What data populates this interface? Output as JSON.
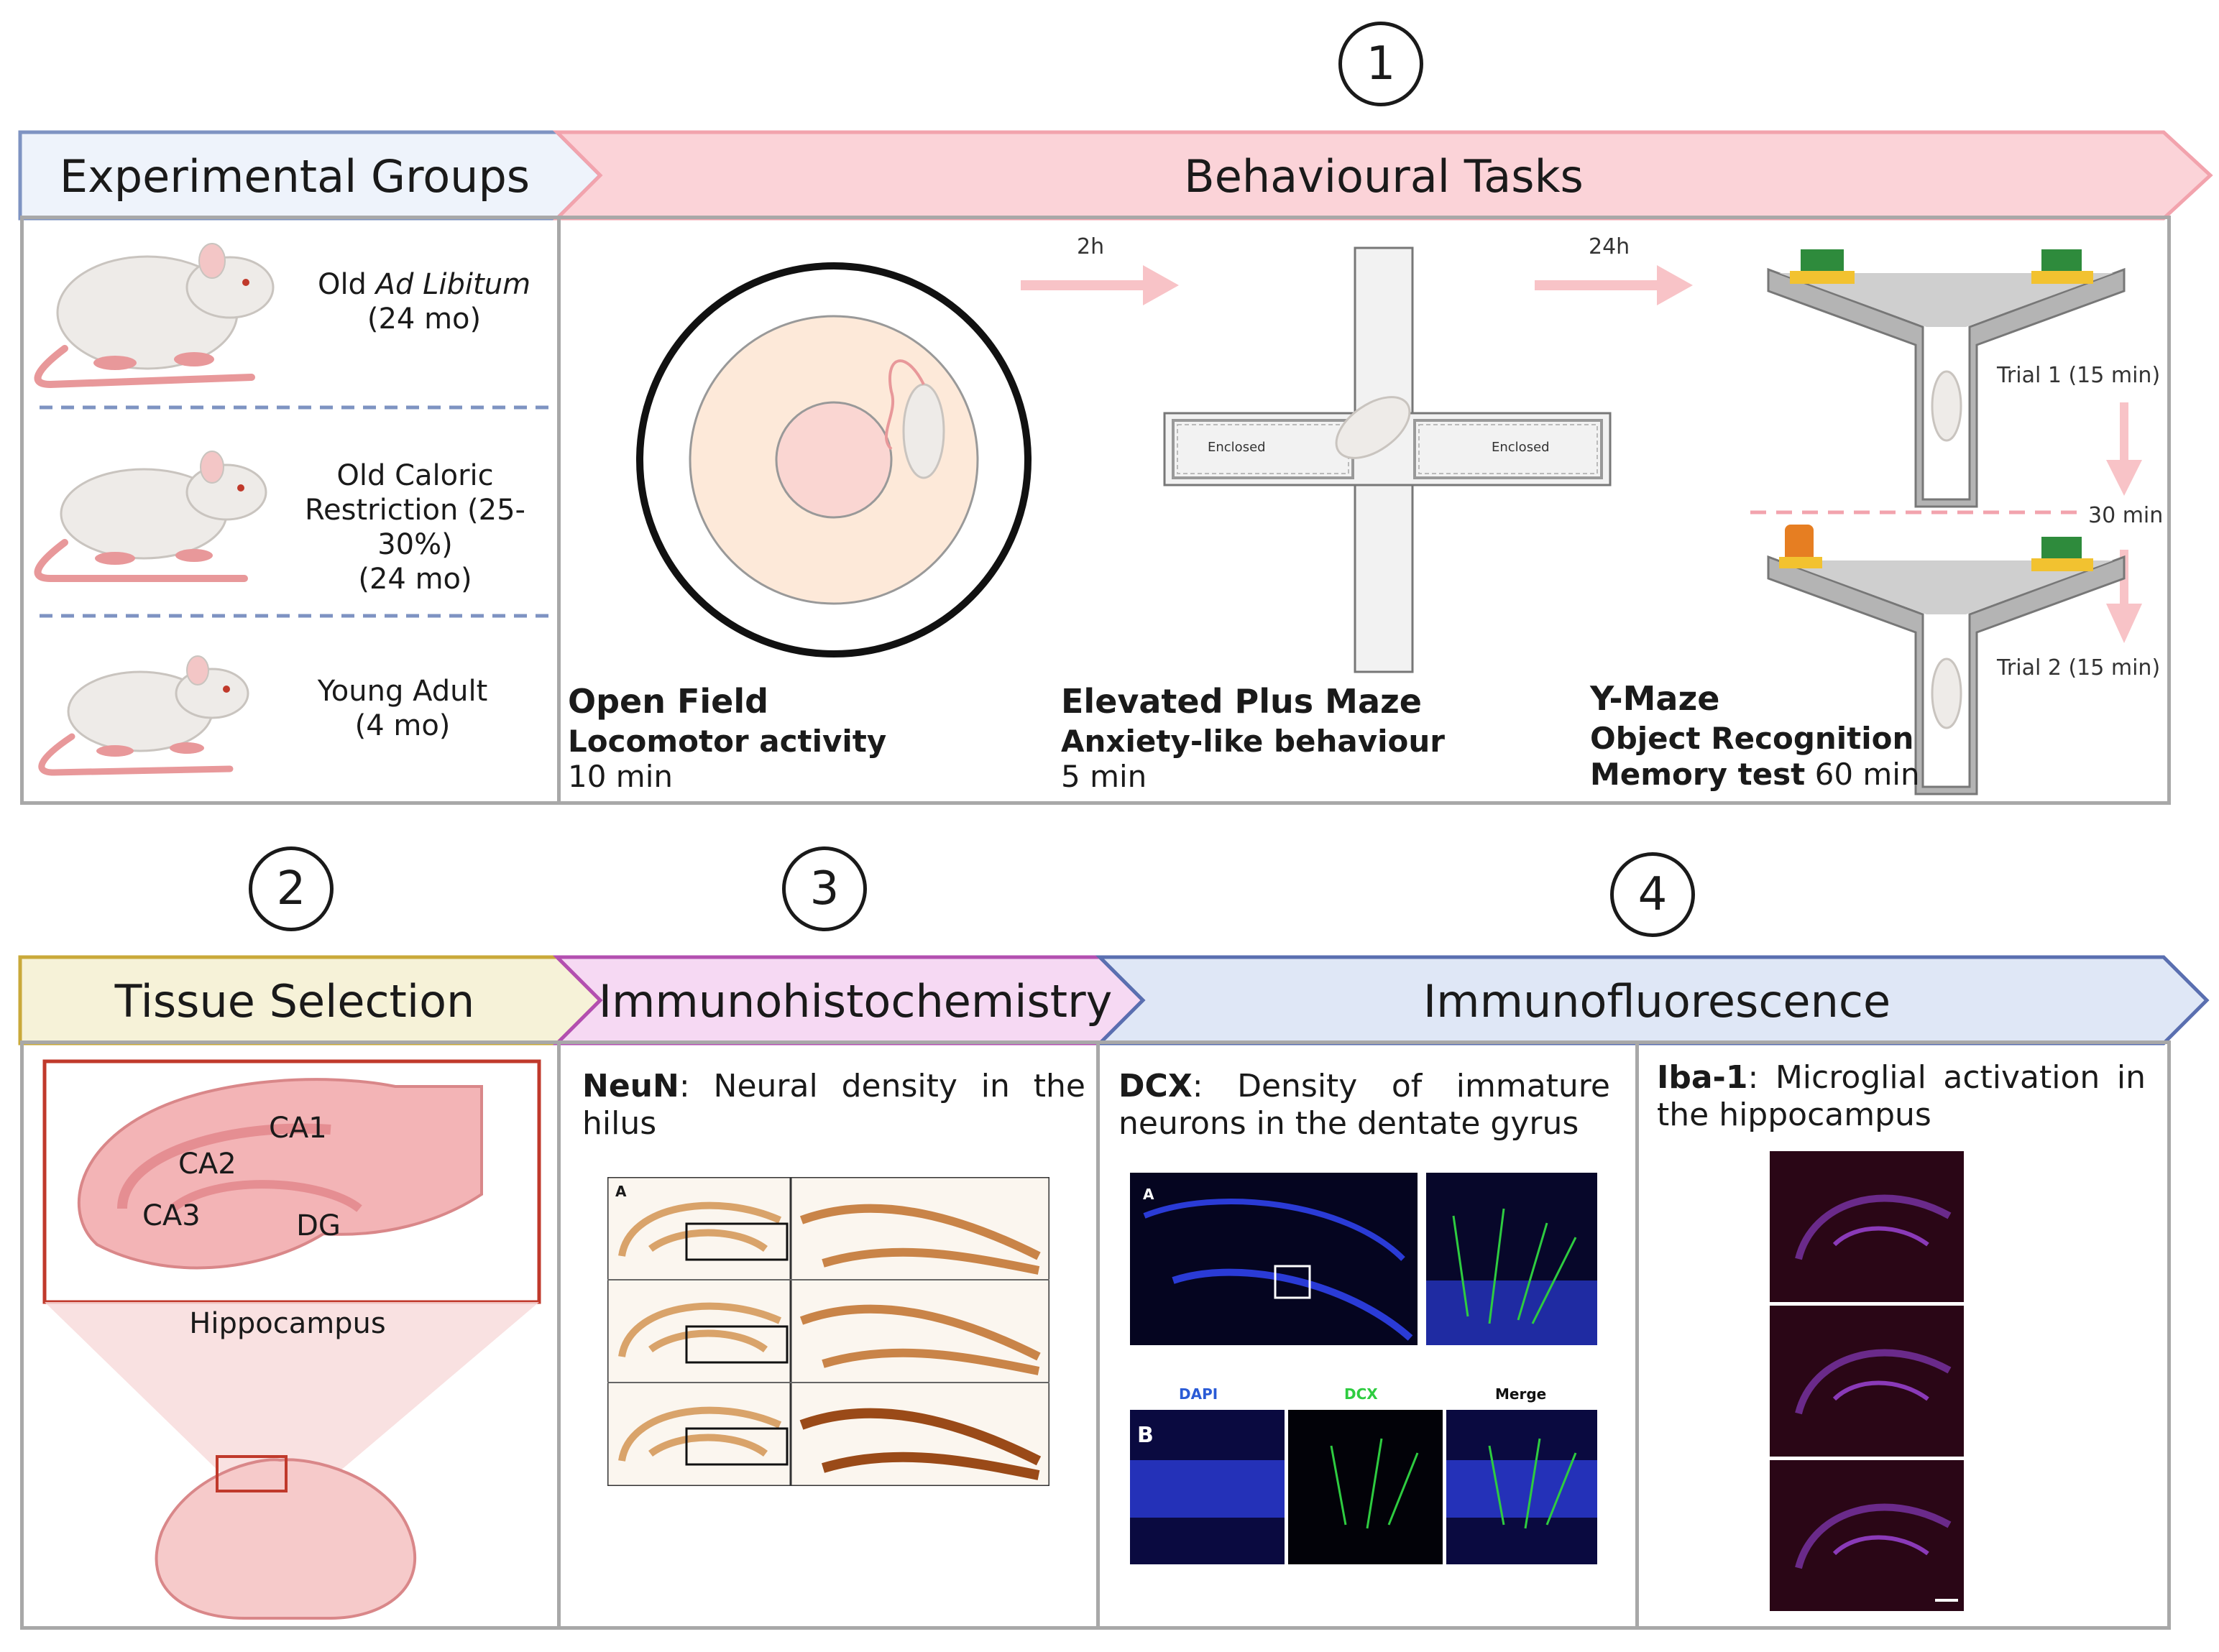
{
  "steps": {
    "s1": "1",
    "s2": "2",
    "s3": "3",
    "s4": "4"
  },
  "headers": {
    "experimental_groups": "Experimental Groups",
    "behavioural_tasks": "Behavioural Tasks",
    "tissue_selection": "Tissue Selection",
    "immunohistochemistry": "Immunohistochemistry",
    "immunofluorescence": "Immunofluorescence"
  },
  "groups": {
    "g1_line1_prefix": "Old ",
    "g1_line1_italic": "Ad Libitum",
    "g1_line2": "(24 mo)",
    "g2_line1": "Old Caloric",
    "g2_line2": "Restriction (25-30%)",
    "g2_line3": "(24 mo)",
    "g3_line1": "Young Adult",
    "g3_line2": "(4 mo)"
  },
  "tasks": {
    "open_field": {
      "title": "Open Field",
      "sub": "Locomotor activity",
      "time": "10 min"
    },
    "epm": {
      "title": "Elevated Plus Maze",
      "sub": "Anxiety-like behaviour",
      "time": "5 min",
      "enclosed_left": "Enclosed",
      "enclosed_right": "Enclosed"
    },
    "ymaze": {
      "title": "Y-Maze",
      "sub": "Object Recognition",
      "time_prefix": "Memory test",
      "time": " 60 min",
      "trial1": "Trial 1 (15 min)",
      "interval": "30 min",
      "trial2": "Trial 2 (15 min)"
    },
    "arrow1": "2h",
    "arrow2": "24h"
  },
  "tissue": {
    "ca1": "CA1",
    "ca2": "CA2",
    "ca3": "CA3",
    "dg": "DG",
    "caption": "Hippocampus"
  },
  "ihc": {
    "marker": "NeuN",
    "text": ": Neural density in the hilus",
    "row_a": "A"
  },
  "ifl": {
    "dcx_marker": "DCX",
    "dcx_text": ":  Density  of  immature neurons in the dentate gyrus",
    "panel_a": "A",
    "panel_b": "B",
    "dapi": "DAPI",
    "dcx": "DCX",
    "merge": "Merge",
    "iba_marker": "Iba-1",
    "iba_text": ":  Microglial  activation  in the hippocampus"
  },
  "colors": {
    "blue_header": "#eef3fb",
    "blue_border": "#7e93c2",
    "pink_header": "#fbd3d8",
    "pink_border": "#f2a3ad",
    "yellow_header": "#f6f2d8",
    "yellow_border": "#c9a93a",
    "purple_header": "#f6d9f3",
    "purple_border": "#b34fb0",
    "lightblue_header": "#dfe7f6",
    "lightblue_border": "#5a6fb0"
  }
}
